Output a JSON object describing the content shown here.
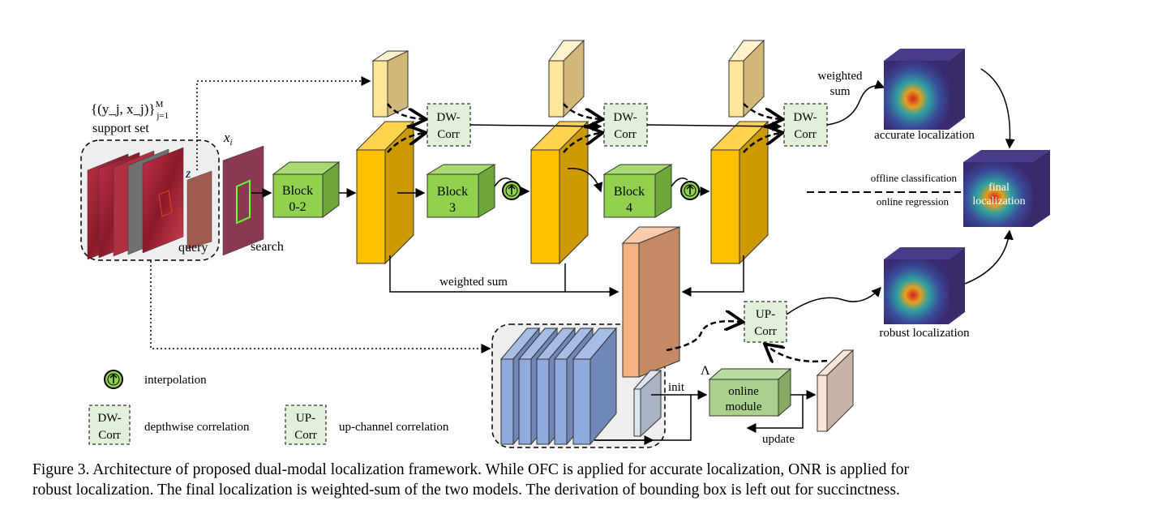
{
  "labels": {
    "support_formula": "{(y_j, x_j)}",
    "support_formula_sup": "M",
    "support_formula_sub": "j=1",
    "support_set": "support set",
    "query_symbol": "z",
    "query": "query",
    "search_symbol": "x",
    "search_symbol_sub": "i",
    "search": "search",
    "block02": [
      "Block",
      "0-2"
    ],
    "block3": [
      "Block",
      "3"
    ],
    "block4": [
      "Block",
      "4"
    ],
    "dwcorr": [
      "DW-",
      "Corr"
    ],
    "upcorr": [
      "UP-",
      "Corr"
    ],
    "weighted_sum_top": [
      "weighted",
      "sum"
    ],
    "weighted_sum_bottom": "weighted sum",
    "accurate_localization": "accurate localization",
    "robust_localization": "robust localization",
    "final_localization": [
      "final",
      "localization"
    ],
    "offline_classification": "offline classification",
    "online_regression": "online regression",
    "online_module": [
      "online",
      "module"
    ],
    "lambda": "Λ",
    "init": "init",
    "update": "update"
  },
  "legend": {
    "interpolation": "interpolation",
    "depthwise": "depthwise correlation",
    "upchannel": "up-channel correlation"
  },
  "caption": [
    "Figure 3. Architecture of proposed dual-modal localization framework. While OFC is applied for accurate localization, ONR is applied for",
    "robust localization. The final localization is weighted-sum of the two models. The derivation of bounding box is left out for succinctness."
  ],
  "colors": {
    "block": "#92d050",
    "feature": "#ffc000",
    "feature_side": "#cc9900",
    "template": "#ffe699",
    "corr_fill": "#e2efda",
    "orange": "#f4b183",
    "blue": "#8faadc"
  }
}
